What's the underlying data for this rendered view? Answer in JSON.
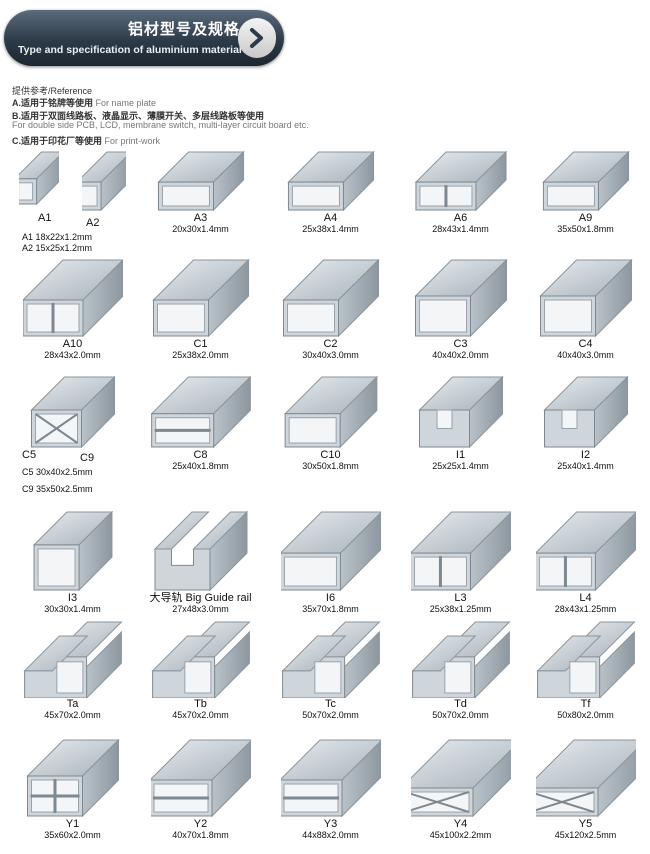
{
  "header": {
    "title_cn": "铝材型号及规格",
    "title_en": "Type and specification of aluminium material"
  },
  "reference": {
    "heading": "提供参考/Reference",
    "line_a_cn": "A.适用于铭牌等使用",
    "line_a_en": "For name plate",
    "line_b_cn": "B.适用于双面线路板、液晶显示、薄膜开关、多层线路板等使用",
    "line_b_en": "For double side PCB, LCD, membrane switch, multi-layer circuit board etc.",
    "line_c_cn": "C.适用于印花厂等使用",
    "line_c_en": "For print-work"
  },
  "cells": [
    {
      "label": "A1",
      "dim": ""
    },
    {
      "label": "A3",
      "dim": "20x30x1.4mm"
    },
    {
      "label": "A4",
      "dim": "25x38x1.4mm"
    },
    {
      "label": "A6",
      "dim": "28x43x1.4mm"
    },
    {
      "label": "A9",
      "dim": "35x50x1.8mm"
    },
    {
      "label": "A10",
      "dim": "28x43x2.0mm"
    },
    {
      "label": "C1",
      "dim": "25x38x2.0mm"
    },
    {
      "label": "C2",
      "dim": "30x40x3.0mm"
    },
    {
      "label": "C3",
      "dim": "40x40x2.0mm"
    },
    {
      "label": "C4",
      "dim": "40x40x3.0mm"
    },
    {
      "label": "C5",
      "dim": ""
    },
    {
      "label": "C8",
      "dim": "25x40x1.8mm"
    },
    {
      "label": "C10",
      "dim": "30x50x1.8mm"
    },
    {
      "label": "I1",
      "dim": "25x25x1.4mm"
    },
    {
      "label": "I2",
      "dim": "25x40x1.4mm"
    },
    {
      "label": "I3",
      "dim": "30x30x1.4mm"
    },
    {
      "label": "大导轨 Big Guide rail",
      "dim": "27x48x3.0mm"
    },
    {
      "label": "I6",
      "dim": "35x70x1.8mm"
    },
    {
      "label": "L3",
      "dim": "25x38x1.25mm"
    },
    {
      "label": "L4",
      "dim": "28x43x1.25mm"
    },
    {
      "label": "Ta",
      "dim": "45x70x2.0mm"
    },
    {
      "label": "Tb",
      "dim": "45x70x2.0mm"
    },
    {
      "label": "Tc",
      "dim": "50x70x2.0mm"
    },
    {
      "label": "Td",
      "dim": "50x70x2.0mm"
    },
    {
      "label": "Tf",
      "dim": "50x80x2.0mm"
    },
    {
      "label": "Y1",
      "dim": "35x60x2.0mm"
    },
    {
      "label": "Y2",
      "dim": "40x70x1.8mm"
    },
    {
      "label": "Y3",
      "dim": "44x88x2.0mm"
    },
    {
      "label": "Y4",
      "dim": "45x100x2.2mm"
    },
    {
      "label": "Y5",
      "dim": "45x120x2.5mm"
    }
  ],
  "extras": {
    "a2_label": "A2",
    "a1_spec": "A1  18x22x1.2mm",
    "a2_spec": "A2  15x25x1.2mm",
    "c9_label": "C9",
    "c5_spec": "C5  30x40x2.5mm",
    "c9_spec": "C9  35x50x2.5mm"
  }
}
